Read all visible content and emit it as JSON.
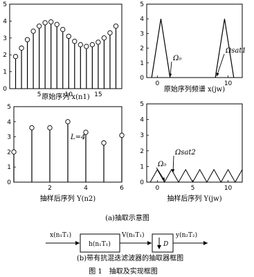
{
  "chart_data": [
    {
      "id": "p1",
      "type": "stem",
      "x": [
        1,
        2,
        3,
        4,
        5,
        6,
        7,
        8,
        9,
        10,
        11,
        12,
        13,
        14,
        15,
        16,
        17,
        18
      ],
      "values": [
        1.9,
        2.4,
        2.9,
        3.4,
        3.7,
        3.9,
        3.95,
        3.8,
        3.5,
        3.1,
        2.8,
        2.6,
        2.5,
        2.6,
        2.75,
        3.0,
        3.3,
        3.7
      ],
      "xticks": [
        5,
        10,
        15
      ],
      "yticks": [
        0,
        1,
        2,
        3,
        4,
        5
      ],
      "xlim": [
        0,
        19
      ],
      "ylim": [
        0,
        5
      ],
      "xlabel": "原始序列 x(n1)"
    },
    {
      "id": "p2",
      "type": "line",
      "series": [
        {
          "x": [
            -0.8,
            0.5,
            1.8
          ],
          "y": [
            0,
            4,
            0
          ]
        },
        {
          "x": [
            8.2,
            9.5,
            10.8
          ],
          "y": [
            0,
            4,
            0
          ]
        }
      ],
      "xticks": [
        0,
        10
      ],
      "yticks": [
        0,
        1,
        2,
        3,
        4,
        5
      ],
      "xlim": [
        -1.5,
        12
      ],
      "ylim": [
        0,
        5
      ],
      "annotations": [
        {
          "text": "Ω₀",
          "at": [
            1.8,
            0
          ]
        },
        {
          "text": "Ωsat1",
          "at": [
            8.2,
            0
          ]
        }
      ],
      "xlabel": "原始序列频谱 x(jw)"
    },
    {
      "id": "p3",
      "type": "stem",
      "x": [
        0,
        1,
        2,
        3,
        4,
        5,
        6
      ],
      "values": [
        2.0,
        3.6,
        3.6,
        4.0,
        3.3,
        2.6,
        3.1
      ],
      "xticks": [
        2,
        4,
        6
      ],
      "yticks": [
        0,
        1,
        2,
        3,
        4,
        5
      ],
      "xlim": [
        0,
        6
      ],
      "ylim": [
        0,
        5
      ],
      "annotations": [
        {
          "text": "L=4"
        }
      ],
      "xlabel": "抽样后序列 Y(n2)"
    },
    {
      "id": "p4",
      "type": "line",
      "x": [
        -1,
        0,
        1,
        2,
        3,
        4,
        5,
        6,
        7,
        8,
        9,
        10,
        11,
        12
      ],
      "values": [
        0,
        0.8,
        0,
        0.8,
        0,
        0.8,
        0,
        0.8,
        0,
        0.8,
        0,
        0.8,
        0,
        0.8
      ],
      "xticks": [
        0,
        5,
        10
      ],
      "yticks": [
        0,
        1,
        2,
        3,
        4,
        5
      ],
      "xlim": [
        -1.5,
        12
      ],
      "ylim": [
        0,
        5
      ],
      "annotations": [
        {
          "text": "Ω₀",
          "at": [
            1,
            0
          ]
        },
        {
          "text": "Ωsat2",
          "at": [
            2,
            0.8
          ]
        }
      ],
      "xlabel": "抽样后序列 Y(jw)"
    }
  ],
  "captions": {
    "sub_a": "(a)抽取示意图",
    "sub_b": "(b)带有抗混迭滤波器的抽取器框图",
    "figure": "图 1　抽取及实现框图"
  },
  "diagram": {
    "input_label": "x(n₁T₁)",
    "filter_label": "h(n₁T₁)",
    "mid_label": "V(n₁T₁)",
    "decimator_label": "D",
    "output_label": "y(n₂T₂)"
  }
}
